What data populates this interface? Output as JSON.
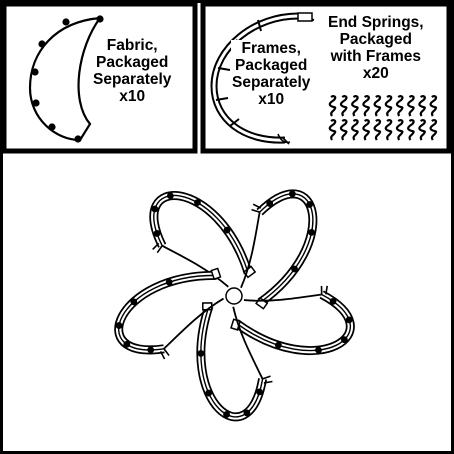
{
  "colors": {
    "ink": "#000000",
    "paper": "#ffffff"
  },
  "panels": {
    "fabric": {
      "lines": [
        "Fabric,",
        "Packaged",
        "Separately",
        "x10"
      ]
    },
    "frames": {
      "lines": [
        "Frames,",
        "Packaged",
        "Separately",
        "x10"
      ]
    },
    "springs": {
      "lines": [
        "End Springs,",
        "Packaged",
        "with Frames",
        "x20"
      ]
    }
  },
  "assembly": {
    "segment_count": 5
  }
}
